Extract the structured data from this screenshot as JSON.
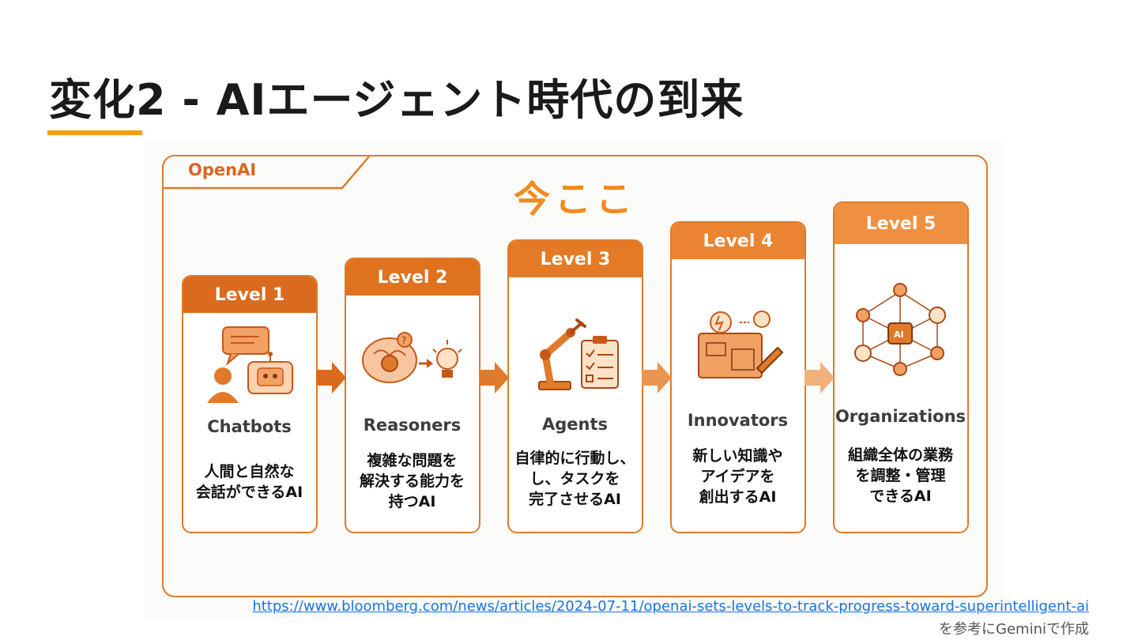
{
  "slide": {
    "title": "変化2 - AIエージェント時代の到来",
    "accent_color": "#f39c12"
  },
  "figure": {
    "brand": "OpenAI",
    "marker": "今ここ",
    "accent_color": "#e07a2a",
    "levels": [
      {
        "label": "Level 1",
        "name": "Chatbots",
        "desc": "人間と自然な\n会話ができるAI",
        "icon": "chat-bubbles-person-robot-icon",
        "header_color": "#d96a1e"
      },
      {
        "label": "Level 2",
        "name": "Reasoners",
        "desc": "複雑な問題を\n解決する能力を\n持つAI",
        "icon": "brain-gears-lightbulb-icon",
        "header_color": "#de721f"
      },
      {
        "label": "Level 3",
        "name": "Agents",
        "desc": "自律的に行動し、\nし、タスクを\n完了させるAI",
        "icon": "robot-arm-checklist-icon",
        "header_color": "#e47a26"
      },
      {
        "label": "Level 4",
        "name": "Innovators",
        "desc": "新しい知識や\nアイデアを\n創出するAI",
        "icon": "lightbulb-blueprint-icon",
        "header_color": "#ea8430"
      },
      {
        "label": "Level 5",
        "name": "Organizations",
        "desc": "組織全体の業務\nを調整・管理\nできるAI",
        "icon": "ai-network-organization-icon",
        "header_color": "#ef9040"
      }
    ]
  },
  "source": {
    "url": "https://www.bloomberg.com/news/articles/2024-07-11/openai-sets-levels-to-track-progress-toward-superintelligent-ai",
    "note": "を参考にGeminiで作成"
  }
}
